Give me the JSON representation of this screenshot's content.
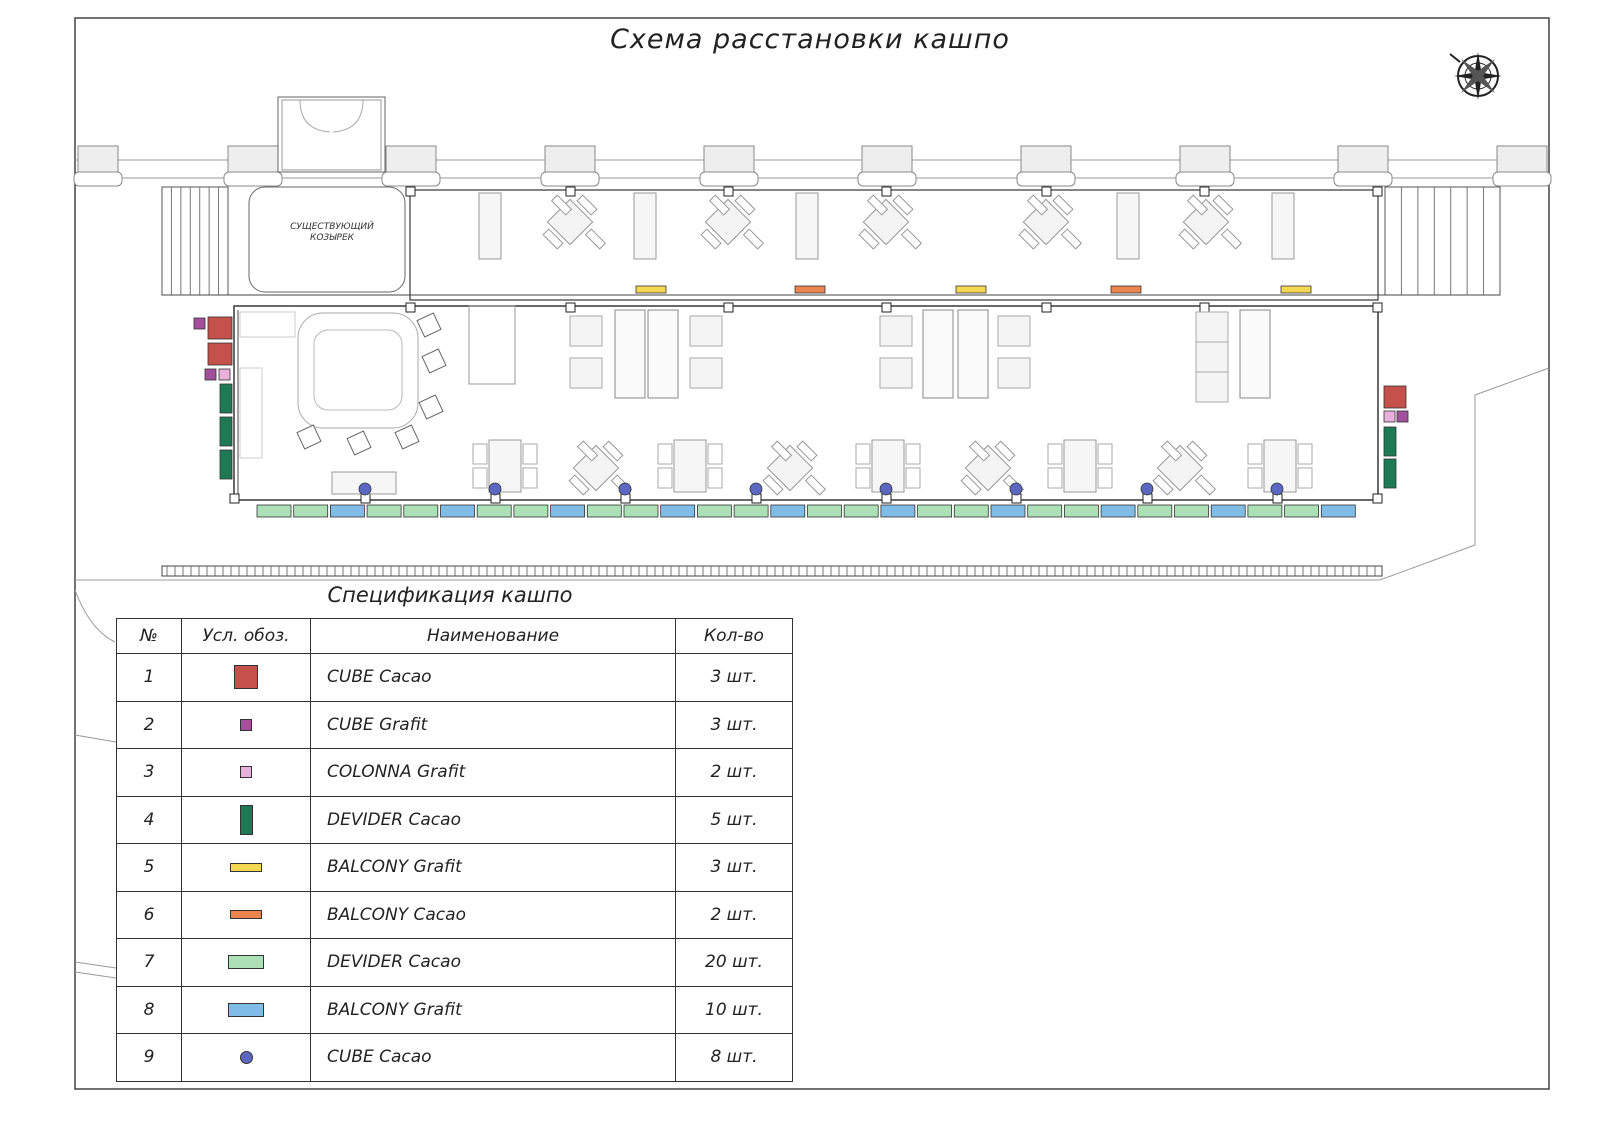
{
  "title": "Схема расстановки кашпо",
  "plan": {
    "canopy_label_line1": "СУЩЕСТВУЮЩИЙ",
    "canopy_label_line2": "КОЗЫРЕК",
    "compass_icon": "compass-rose-icon"
  },
  "spec": {
    "title": "Спецификация кашпо",
    "headers": {
      "no": "№",
      "symbol": "Усл. обоз.",
      "name": "Наименование",
      "qty": "Кол-во"
    },
    "rows": [
      {
        "no": "1",
        "name": "CUBE Cacao",
        "qty": "3 шт.",
        "color": "#c4524b",
        "shape": "square-large"
      },
      {
        "no": "2",
        "name": "CUBE Grafit",
        "qty": "3 шт.",
        "color": "#a24f9e",
        "shape": "square-small"
      },
      {
        "no": "3",
        "name": "COLONNA Grafit",
        "qty": "2 шт.",
        "color": "#eab0dc",
        "shape": "square-small"
      },
      {
        "no": "4",
        "name": "DEVIDER Cacao",
        "qty": "5 шт.",
        "color": "#1e7a55",
        "shape": "bar-vertical"
      },
      {
        "no": "5",
        "name": "BALCONY Grafit",
        "qty": "3 шт.",
        "color": "#f6d752",
        "shape": "bar-thin"
      },
      {
        "no": "6",
        "name": "BALCONY Cacao",
        "qty": "2 шт.",
        "color": "#ec8450",
        "shape": "bar-thin"
      },
      {
        "no": "7",
        "name": "DEVIDER Cacao",
        "qty": "20 шт.",
        "color": "#ace0b6",
        "shape": "bar-wide"
      },
      {
        "no": "8",
        "name": "BALCONY Grafit",
        "qty": "10 шт.",
        "color": "#80bde6",
        "shape": "bar-wide"
      },
      {
        "no": "9",
        "name": "CUBE Cacao",
        "qty": "8 шт.",
        "color": "#5c67c2",
        "shape": "circle"
      }
    ]
  }
}
